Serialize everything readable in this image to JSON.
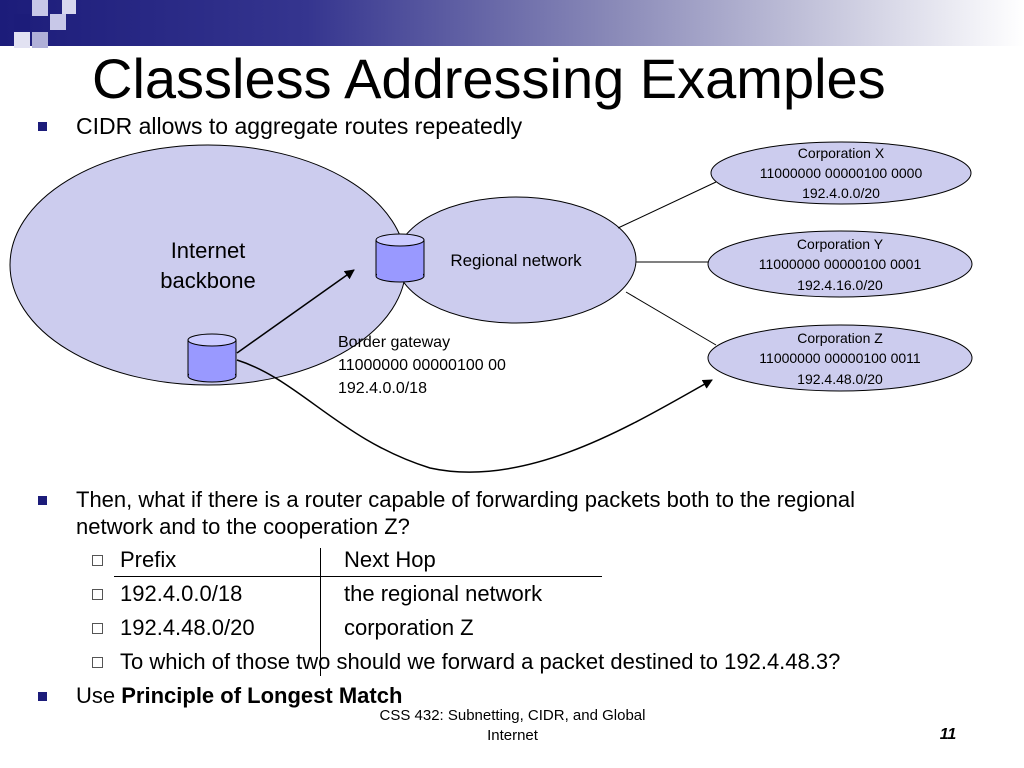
{
  "title": "Classless Addressing Examples",
  "bullets": {
    "b1": "CIDR allows to aggregate routes repeatedly",
    "b2_line1": "Then, what if there is a router capable of forwarding packets both to the regional",
    "b2_line2": "network and to the cooperation Z?",
    "b3_prefix": "Use ",
    "b3_bold": "Principle of Longest Match"
  },
  "table": {
    "headers": [
      "Prefix",
      "Next Hop"
    ],
    "rows": [
      [
        "192.4.0.0/18",
        "the regional network"
      ],
      [
        "192.4.48.0/20",
        "corporation Z"
      ]
    ],
    "question": "To which of those two should we forward a packet destined to 192.4.48.3?"
  },
  "diagram": {
    "backbone_line1": "Internet",
    "backbone_line2": "backbone",
    "regional": "Regional network",
    "gateway": [
      "Border gateway",
      "11000000 00000100 00",
      "192.4.0.0/18"
    ],
    "corp_x": [
      "Corporation X",
      "11000000 00000100 0000",
      "192.4.0.0/20"
    ],
    "corp_y": [
      "Corporation Y",
      "11000000 00000100 0001",
      "192.4.16.0/20"
    ],
    "corp_z": [
      "Corporation Z",
      "11000000 00000100 0011",
      "192.4.48.0/20"
    ]
  },
  "footer": {
    "course_line1": "CSS 432: Subnetting, CIDR, and Global",
    "course_line2": "Internet",
    "page": "11"
  },
  "colors": {
    "accent": "#1c1c7a",
    "node_fill": "#ccccee",
    "router_fill": "#9999ff"
  }
}
